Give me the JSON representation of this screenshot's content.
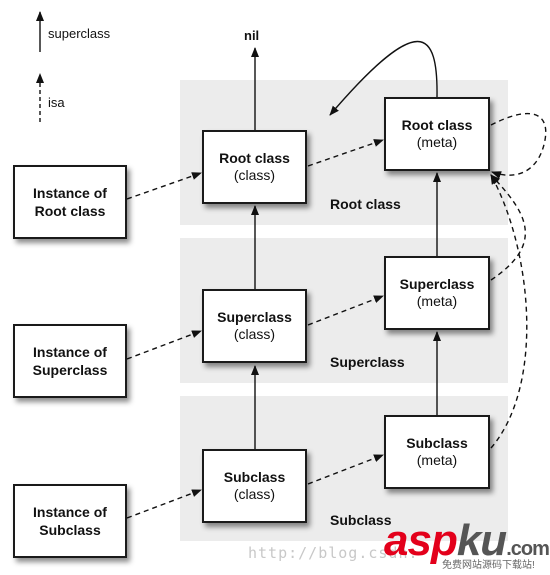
{
  "legend": {
    "superclass": "superclass",
    "isa": "isa"
  },
  "nil_label": "nil",
  "rows": [
    {
      "band_label": "Root class",
      "instance": [
        "Instance of",
        "Root class"
      ],
      "class_box": {
        "title": "Root class",
        "sub": "(class)"
      },
      "meta_box": {
        "title": "Root class",
        "sub": "(meta)"
      }
    },
    {
      "band_label": "Superclass",
      "instance": [
        "Instance of",
        "Superclass"
      ],
      "class_box": {
        "title": "Superclass",
        "sub": "(class)"
      },
      "meta_box": {
        "title": "Superclass",
        "sub": "(meta)"
      }
    },
    {
      "band_label": "Subclass",
      "instance": [
        "Instance of",
        "Subclass"
      ],
      "class_box": {
        "title": "Subclass",
        "sub": "(class)"
      },
      "meta_box": {
        "title": "Subclass",
        "sub": "(meta)"
      }
    }
  ],
  "watermark": {
    "url": "http://blog.csdn.",
    "brand_a": "asp",
    "brand_b": "ku",
    "brand_c": ".com",
    "tagline": "免费网站源码下载站!"
  }
}
